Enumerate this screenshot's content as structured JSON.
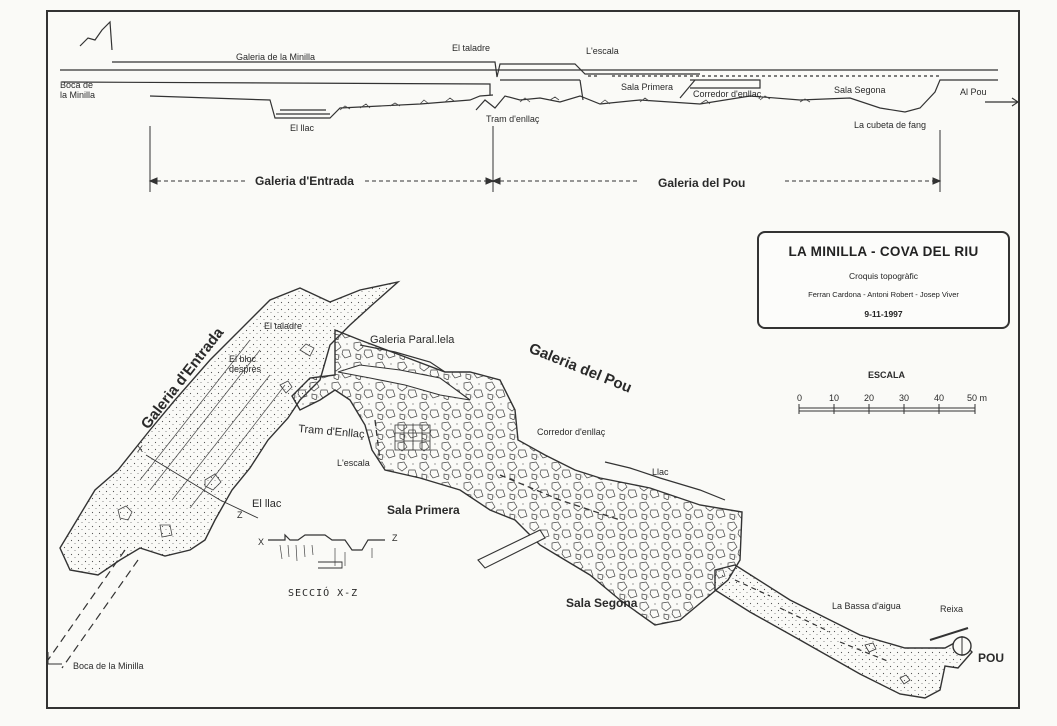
{
  "title": {
    "name": "LA MINILLA - COVA DEL RIU",
    "subtitle": "Croquis topogràfic",
    "authors": "Ferran Cardona - Antoni Robert - Josep Viver",
    "date": "9-11-1997"
  },
  "scale": {
    "label": "ESCALA",
    "ticks": [
      "0",
      "10",
      "20",
      "30",
      "40",
      "50 m"
    ]
  },
  "profile": {
    "labels": {
      "galeria_minilla": "Galeria de la Minilla",
      "taladre": "El taladre",
      "escala": "L'escala",
      "boca_1": "Boca de",
      "boca_2": "la Minilla",
      "sala_primera": "Sala Primera",
      "corredor": "Corredor d'enllaç",
      "sala_segona": "Sala Segona",
      "al_pou": "Al Pou",
      "llac": "El llac",
      "tram": "Tram d'enllaç",
      "cubeta": "La cubeta de fang"
    },
    "sections": {
      "entrada": "Galeria d'Entrada",
      "pou": "Galeria del Pou"
    }
  },
  "plan": {
    "labels": {
      "galeria_entrada": "Galeria d'Entrada",
      "galeria_pou": "Galeria del Pou",
      "taladre": "El taladre",
      "bloc_1": "El bloc",
      "bloc_2": "desprès",
      "paralela": "Galeria Paral.lela",
      "tram": "Tram d'Enllaç",
      "escala": "L'escala",
      "corredor": "Corredor d'enllaç",
      "llac_small": "Llac",
      "el_llac": "El llac",
      "sala_primera": "Sala Primera",
      "sala_segona": "Sala Segona",
      "bassa": "La Bassa d'aigua",
      "reixa": "Reixa",
      "pou": "POU",
      "boca": "Boca de la Minilla",
      "seccio": "SECCIÓ X-Z",
      "x_mark": "X",
      "z_mark": "Z"
    }
  }
}
